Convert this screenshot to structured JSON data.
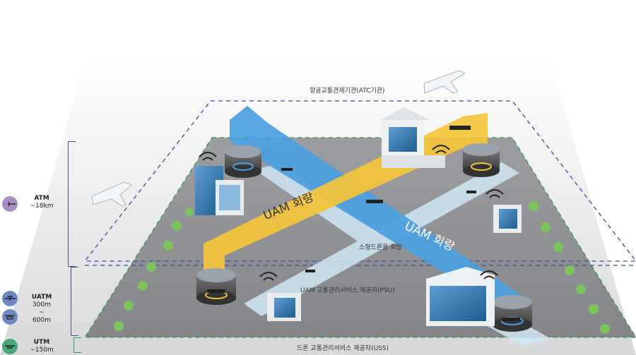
{
  "labels": {
    "atc": "항공교통관제기관(ATC기관)",
    "uam_corridor_1": "UAM 회랑",
    "uam_corridor_2": "UAM 회랑",
    "drone_corridor": "소형드론용 회랑",
    "psu": "UAM 교통관리서비스 제공자(PSU)",
    "uss": "드론 교통관리서비스 제공자(USS)"
  },
  "tiers": [
    {
      "title": "ATM",
      "altitude": "~18km",
      "color": "#a68fc2"
    },
    {
      "title": "UATM",
      "altitude_top": "300m",
      "altitude_sep": "~",
      "altitude_bottom": "600m",
      "color": "#6f88c4"
    },
    {
      "title": "UTM",
      "altitude": "~150m",
      "color": "#47a877"
    }
  ],
  "colors": {
    "uam_blue": "#4b9fe0",
    "uam_yellow": "#f4c43a",
    "drone_lane": "#cfe7f5",
    "ground": "#8f9093",
    "dash_blue": "#3b4a9a",
    "dash_green": "#2f9b54"
  }
}
